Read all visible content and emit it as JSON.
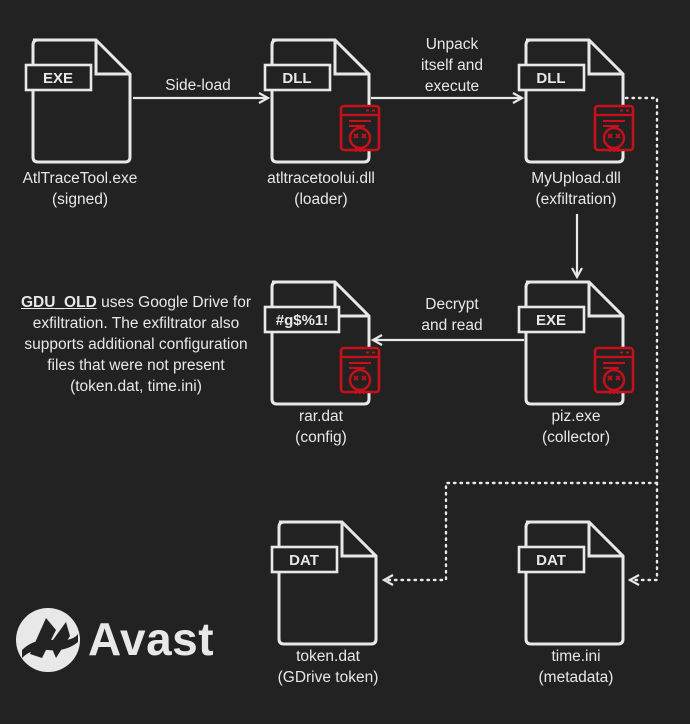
{
  "nodes": {
    "atltrace": {
      "tag": "EXE",
      "name": "AtlTraceTool.exe",
      "role": "(signed)"
    },
    "atltraceui": {
      "tag": "DLL",
      "name": "atltracetoolui.dll",
      "role": "(loader)"
    },
    "myupload": {
      "tag": "DLL",
      "name": "MyUpload.dll",
      "role": "(exfiltration)"
    },
    "rar": {
      "tag": "#g$%1!",
      "name": "rar.dat",
      "role": "(config)"
    },
    "piz": {
      "tag": "EXE",
      "name": "piz.exe",
      "role": "(collector)"
    },
    "token": {
      "tag": "DAT",
      "name": "token.dat",
      "role": "(GDrive token)"
    },
    "time": {
      "tag": "DAT",
      "name": "time.ini",
      "role": "(metadata)"
    }
  },
  "edges": {
    "sideload": "Side-load",
    "unpack_1": "Unpack",
    "unpack_2": "itself and",
    "unpack_3": "execute",
    "decrypt_1": "Decrypt",
    "decrypt_2": "and read"
  },
  "note": {
    "strong": "GDU_OLD",
    "text": " uses Google Drive for exfiltration. The exfiltrator also supports additional configuration files that were not present (token.dat, time.ini)"
  },
  "brand": {
    "name": "Avast"
  },
  "colors": {
    "background": "#222222",
    "foreground": "#e8e8e8",
    "malware": "#c8101a"
  },
  "icons": {
    "file": "document-icon",
    "malware": "skull-window-icon",
    "brand": "avast-logo-icon"
  }
}
